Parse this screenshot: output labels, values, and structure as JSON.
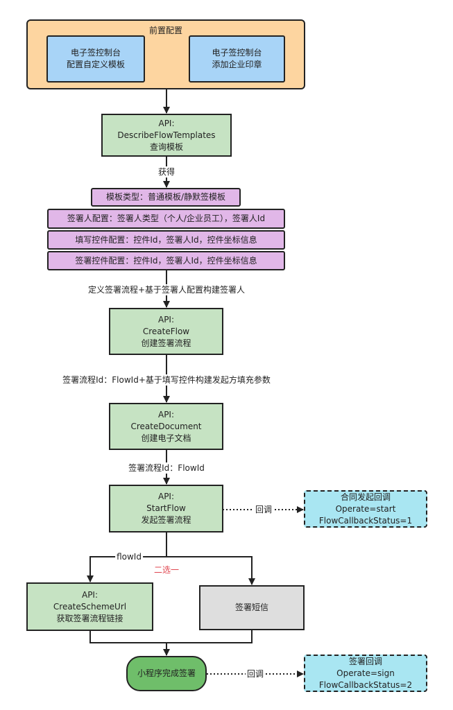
{
  "prereq": {
    "title": "前置配置",
    "left": [
      "电子签控制台",
      "配置自定义模板"
    ],
    "right": [
      "电子签控制台",
      "添加企业印章"
    ]
  },
  "describe_templates": [
    "API:",
    "DescribeFlowTemplates",
    "查询模板"
  ],
  "label_obtain": "获得",
  "template_type": "模板类型：普通模板/静默签模板",
  "signer_config": "签署人配置：签署人类型（个人/企业员工），签署人Id",
  "fill_control_config": "填写控件配置：控件Id，签署人Id，控件坐标信息",
  "sign_control_config": "签署控件配置：控件Id，签署人Id，控件坐标信息",
  "label_define_flow": "定义签署流程+基于签署人配置构建签署人",
  "create_flow": [
    "API:",
    "CreateFlow",
    "创建签署流程"
  ],
  "label_flow_id_params": "签署流程Id：FlowId+基于填写控件构建发起方填充参数",
  "create_document": [
    "API:",
    "CreateDocument",
    "创建电子文档"
  ],
  "label_flow_id": "签署流程Id：FlowId",
  "start_flow": [
    "API:",
    "StartFlow",
    "发起签署流程"
  ],
  "label_callback_1": "回调",
  "contract_callback": [
    "合同发起回调",
    "Operate=start",
    "FlowCallbackStatus=1"
  ],
  "label_flowid_branch": "flowId",
  "label_choose_one": "二选一",
  "create_scheme_url": [
    "API:",
    "CreateSchemeUrl",
    "获取签署流程链接"
  ],
  "sign_sms": "签署短信",
  "miniprogram_done": "小程序完成签署",
  "label_callback_2": "回调",
  "sign_callback": [
    "签署回调",
    "Operate=sign",
    "FlowCallbackStatus=2"
  ]
}
